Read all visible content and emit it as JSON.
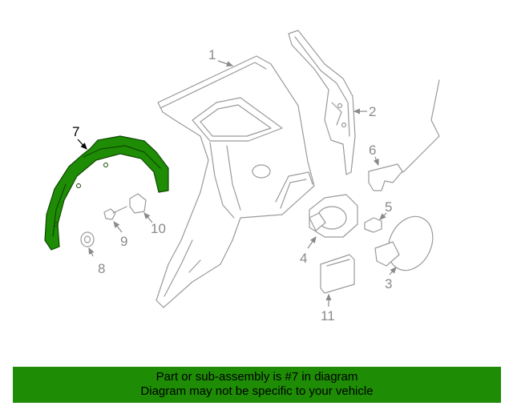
{
  "diagram": {
    "accent_color": "#1e8c04",
    "callouts": [
      "1",
      "2",
      "3",
      "4",
      "5",
      "6",
      "7",
      "8",
      "9",
      "10",
      "11"
    ],
    "highlighted_part": "7"
  },
  "banner": {
    "line1": "Part or sub-assembly is #7 in diagram",
    "line2": "Diagram may not be specific to your vehicle"
  }
}
